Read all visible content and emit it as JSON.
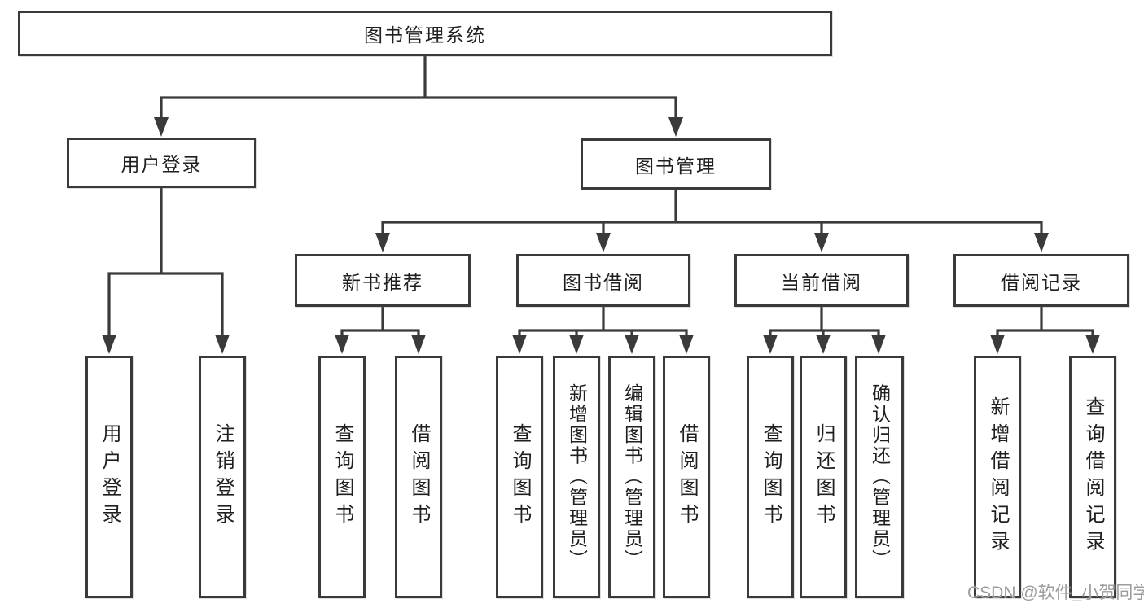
{
  "tree": {
    "root": "图书管理系统",
    "branches": [
      {
        "label": "用户登录",
        "children": [
          "用户登录",
          "注销登录"
        ]
      },
      {
        "label": "图书管理",
        "sections": [
          {
            "label": "新书推荐",
            "children": [
              "查询图书",
              "借阅图书"
            ]
          },
          {
            "label": "图书借阅",
            "children": [
              "查询图书",
              "新增图书（管理员）",
              "编辑图书（管理员）",
              "借阅图书"
            ]
          },
          {
            "label": "当前借阅",
            "children": [
              "查询图书",
              "归还图书",
              "确认归还（管理员）"
            ]
          },
          {
            "label": "借阅记录",
            "children": [
              "新增借阅记录",
              "查询借阅记录"
            ]
          }
        ]
      }
    ]
  },
  "watermark": "CSDN @软件_小贺同学",
  "colors": {
    "line": "#3a3a3a",
    "text": "#1f1f1f",
    "watermark": "#9c9c9c",
    "background": "#ffffff"
  }
}
